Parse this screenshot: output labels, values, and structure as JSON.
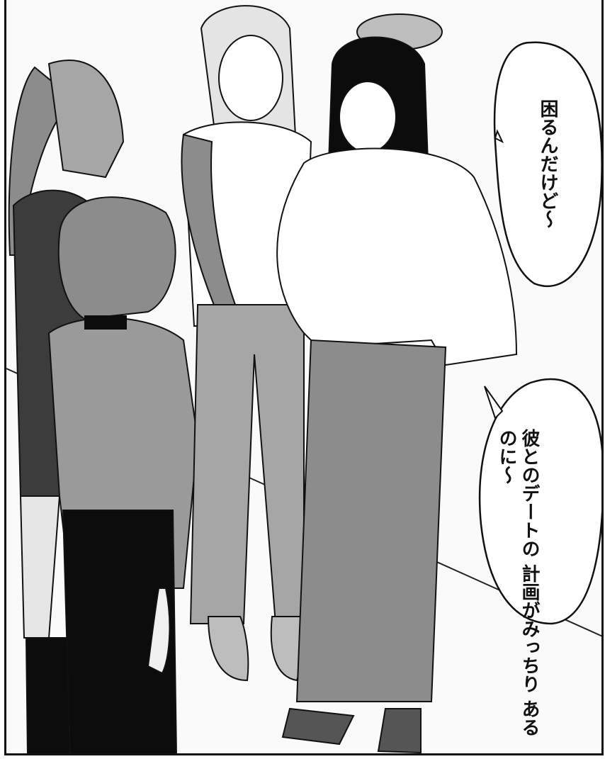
{
  "speech_bubbles": [
    {
      "id": "bubble-1",
      "lines": [
        "困るんだけど〜"
      ]
    },
    {
      "id": "bubble-2",
      "lines": [
        "彼とのデートの",
        "計画がみっちり",
        "あるのに〜"
      ]
    }
  ],
  "colors": {
    "ink": "#111111",
    "paper": "#ffffff",
    "tone_light": "#d9d9d9",
    "tone_mid": "#9a9a9a",
    "tone_dark": "#555555",
    "black": "#0c0c0c"
  }
}
